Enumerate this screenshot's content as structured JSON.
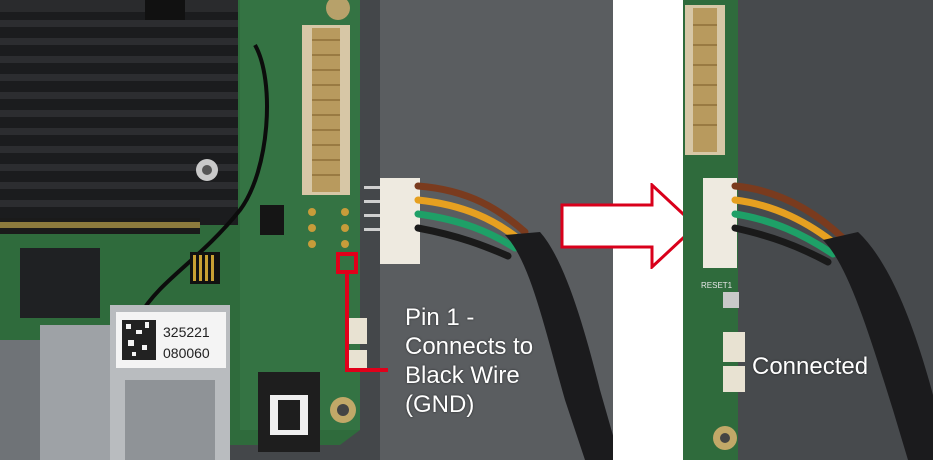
{
  "image": {
    "left_photo": {
      "barcode_label_line1": "325221",
      "barcode_label_line2": "080060",
      "annotation": "Pin 1 -\nConnects to\nBlack Wire\n(GND)",
      "highlight_color": "#e0001a"
    },
    "right_photo": {
      "annotation": "Connected",
      "board_text_reset": "RESET1"
    },
    "arrow": {
      "direction": "right",
      "fill_color": "#ffffff",
      "outline_color": "#d9001b"
    },
    "wire_colors": [
      "#7a3b1e",
      "#e6a020",
      "#1ea067",
      "#1a1a1a"
    ]
  }
}
